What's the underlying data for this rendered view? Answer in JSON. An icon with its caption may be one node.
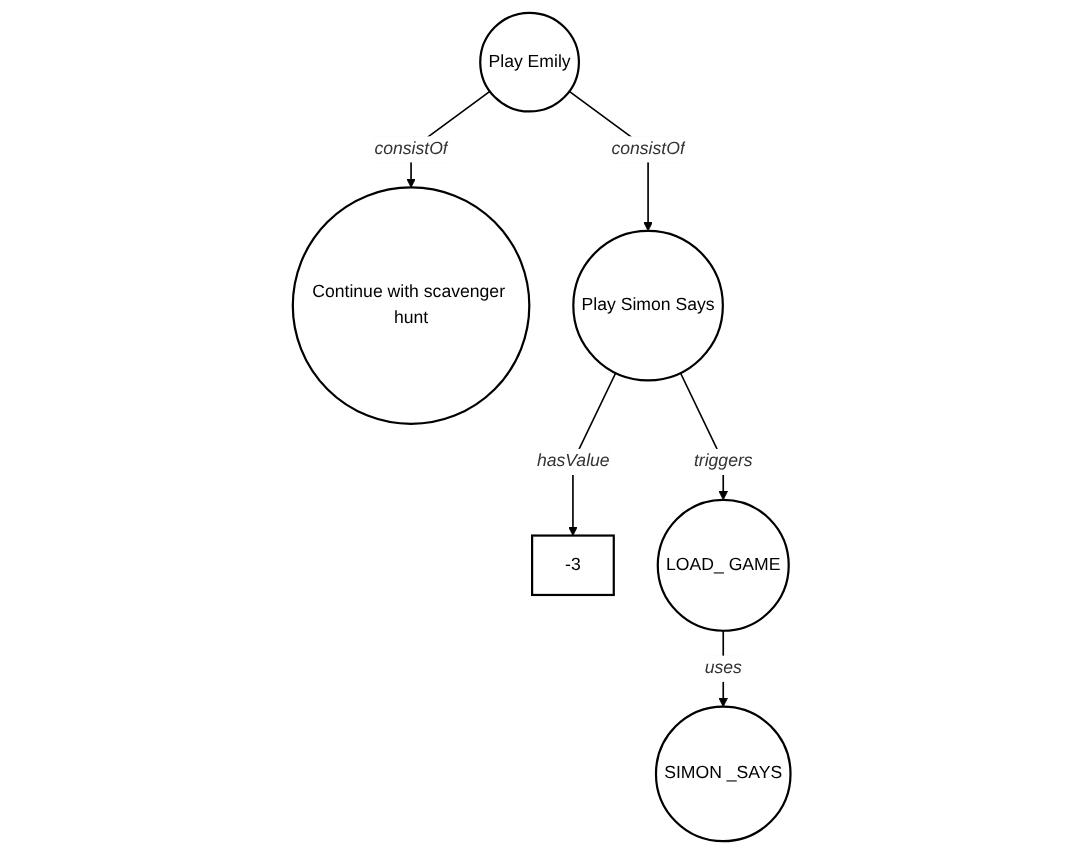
{
  "diagram": {
    "nodes": [
      {
        "text": [
          "Play Emily"
        ]
      },
      {
        "text": [
          "Continue with scavenger hunt"
        ]
      },
      {
        "text": [
          "Play Simon Says"
        ]
      },
      {
        "text": [
          "-3"
        ]
      },
      {
        "text": [
          "LOAD_ GAME"
        ]
      },
      {
        "text": [
          "SIMON _SAYS"
        ]
      }
    ],
    "edges": [
      {
        "from": 0,
        "to": 1,
        "arrow": "to",
        "label": "consistOf"
      },
      {
        "from": 0,
        "to": 2,
        "arrow": "to",
        "label": "consistOf"
      },
      {
        "from": 2,
        "to": 3,
        "arrow": "to",
        "label": "hasValue"
      },
      {
        "from": 2,
        "to": 4,
        "arrow": "to",
        "label": "triggers"
      },
      {
        "from": 4,
        "to": 5,
        "arrow": "to",
        "label": "uses"
      }
    ]
  }
}
